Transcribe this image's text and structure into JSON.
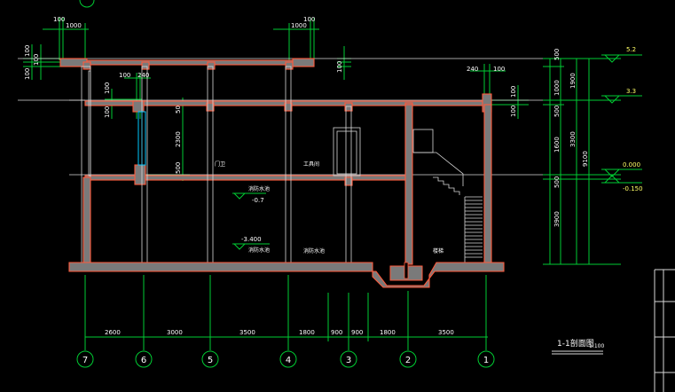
{
  "drawing": {
    "title": "1-1剖面图",
    "scale": "1:100",
    "axes": [
      "7",
      "6",
      "5",
      "4",
      "3",
      "2",
      "1"
    ],
    "bottom_dims": [
      "2600",
      "3000",
      "3500",
      "1800",
      "900",
      "900",
      "1800",
      "3500"
    ],
    "right_dims_outer": [
      "500",
      "1000",
      "500",
      "1600",
      "500",
      "3900"
    ],
    "right_dims_mid": [
      "1900",
      "3300",
      "9100"
    ],
    "elevations": [
      "5.2",
      "3.3",
      "0.000",
      "-0.150"
    ],
    "interior_elevations": [
      "-0.7",
      "-3.400"
    ],
    "interior_elev_notes": [
      "消防水池",
      "消防水池"
    ],
    "rooms": [
      "门卫",
      "工具间",
      "消防水池",
      "楼梯"
    ],
    "top_left_dims": [
      "100",
      "1000"
    ],
    "top_mid_dims": [
      "100",
      "1000"
    ],
    "left_side_dims": [
      "100",
      "100",
      "100"
    ],
    "left_mid_dims": [
      "100",
      "240",
      "100",
      "100"
    ],
    "window_dims": [
      "500",
      "2300",
      "500"
    ],
    "right_top_dims": [
      "240",
      "100"
    ],
    "right_side_dims": [
      "100",
      "100",
      "100"
    ]
  },
  "colors": {
    "background": "#000000",
    "dimension": "#00cc33",
    "wall_outline": "#ff5a3c",
    "wall_fill": "#7a7a7a",
    "text": "#ffffff"
  }
}
